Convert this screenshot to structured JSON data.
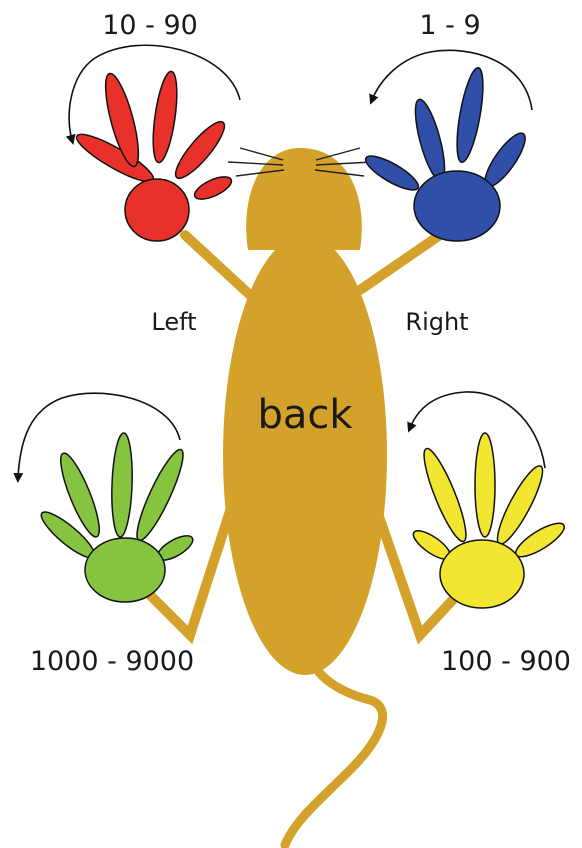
{
  "labels": {
    "top_left_range": "10 - 90",
    "top_right_range": "1 - 9",
    "bottom_left_range": "1000 - 9000",
    "bottom_right_range": "100 - 900",
    "left": "Left",
    "right": "Right",
    "body": "back"
  },
  "paws": [
    {
      "position": "front-left",
      "color": "#e8312a",
      "range": "10 - 90",
      "rotation": "counter-clockwise"
    },
    {
      "position": "front-right",
      "color": "#2f4fa8",
      "range": "1 - 9",
      "rotation": "counter-clockwise"
    },
    {
      "position": "hind-left",
      "color": "#86c440",
      "range": "1000 - 9000",
      "rotation": "counter-clockwise"
    },
    {
      "position": "hind-right",
      "color": "#f2e630",
      "range": "100 - 900",
      "rotation": "counter-clockwise"
    }
  ],
  "colors": {
    "mouse_body": "#d4a22a",
    "outline": "#111111",
    "arrow": "#111111"
  }
}
